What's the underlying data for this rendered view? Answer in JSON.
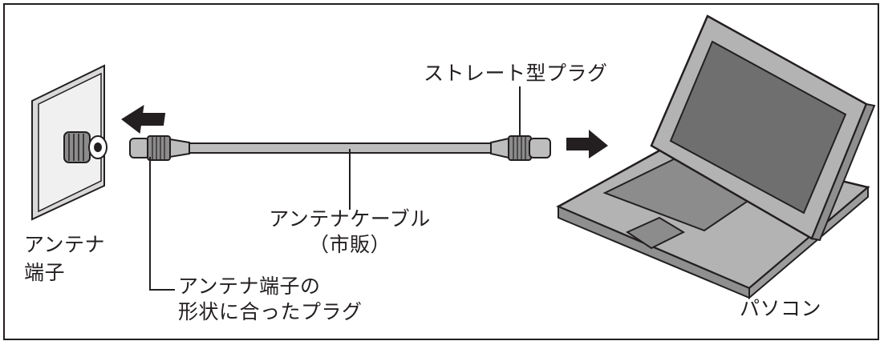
{
  "labels": {
    "antenna_terminal_line1": "アンテナ",
    "antenna_terminal_line2": "端子",
    "straight_plug": "ストレート型プラグ",
    "cable_line1": "アンテナケーブル",
    "cable_line2": "（市販）",
    "matched_plug_line1": "アンテナ端子の",
    "matched_plug_line2": "形状に合ったプラグ",
    "pc": "パソコン"
  },
  "colors": {
    "outline": "#231f20",
    "wall_plate": "#d9d9d9",
    "plate_face": "#f0f0f0",
    "laptop_body": "#b3b3b3",
    "laptop_screen": "#6f6f6f",
    "arrow": "#231f20"
  }
}
